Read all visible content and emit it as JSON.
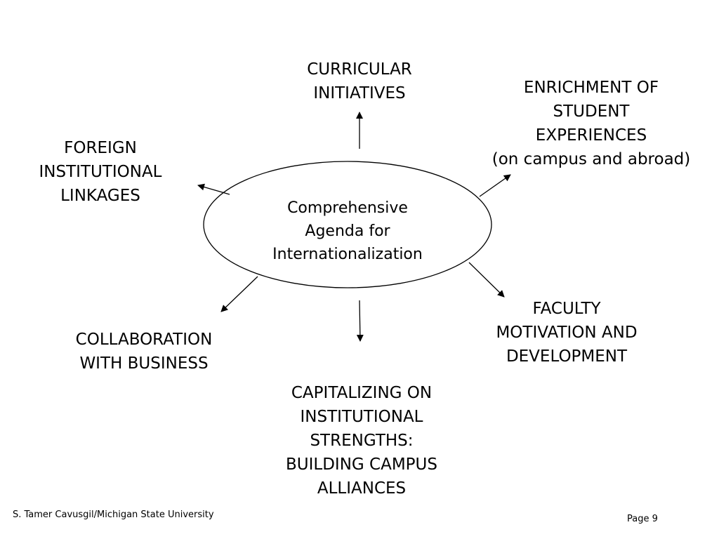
{
  "diagram": {
    "center": {
      "lines": [
        "Comprehensive",
        "Agenda for",
        "Internationalization"
      ]
    },
    "nodes": {
      "curricular": {
        "lines": [
          "CURRICULAR",
          "INITIATIVES"
        ]
      },
      "enrichment": {
        "lines": [
          "ENRICHMENT OF",
          "STUDENT",
          "EXPERIENCES",
          "(on campus and abroad)"
        ]
      },
      "foreign": {
        "lines": [
          "FOREIGN",
          "INSTITUTIONAL",
          "LINKAGES"
        ]
      },
      "faculty": {
        "lines": [
          "FACULTY",
          "MOTIVATION AND",
          "DEVELOPMENT"
        ]
      },
      "collaboration": {
        "lines": [
          "COLLABORATION",
          "WITH BUSINESS"
        ]
      },
      "capitalizing": {
        "lines": [
          "CAPITALIZING ON",
          "INSTITUTIONAL",
          "STRENGTHS:",
          "BUILDING CAMPUS",
          "ALLIANCES"
        ]
      }
    }
  },
  "footer": {
    "author": "S. Tamer Cavusgil/Michigan State University",
    "page": "Page 9"
  }
}
